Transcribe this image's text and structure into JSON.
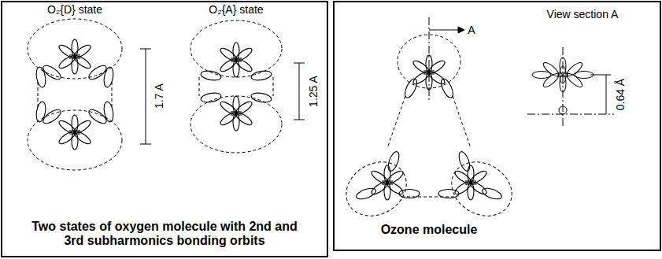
{
  "diagram": {
    "labels": [
      "O₂{D} state",
      "O₂{A} state",
      "1.7 A",
      "1.25 A",
      "Two states of oxygen molecule with 2nd and 3rd subharmonics bonding orbits",
      "A",
      "View section A",
      "0.64 Å",
      "Ozone molecule"
    ]
  }
}
